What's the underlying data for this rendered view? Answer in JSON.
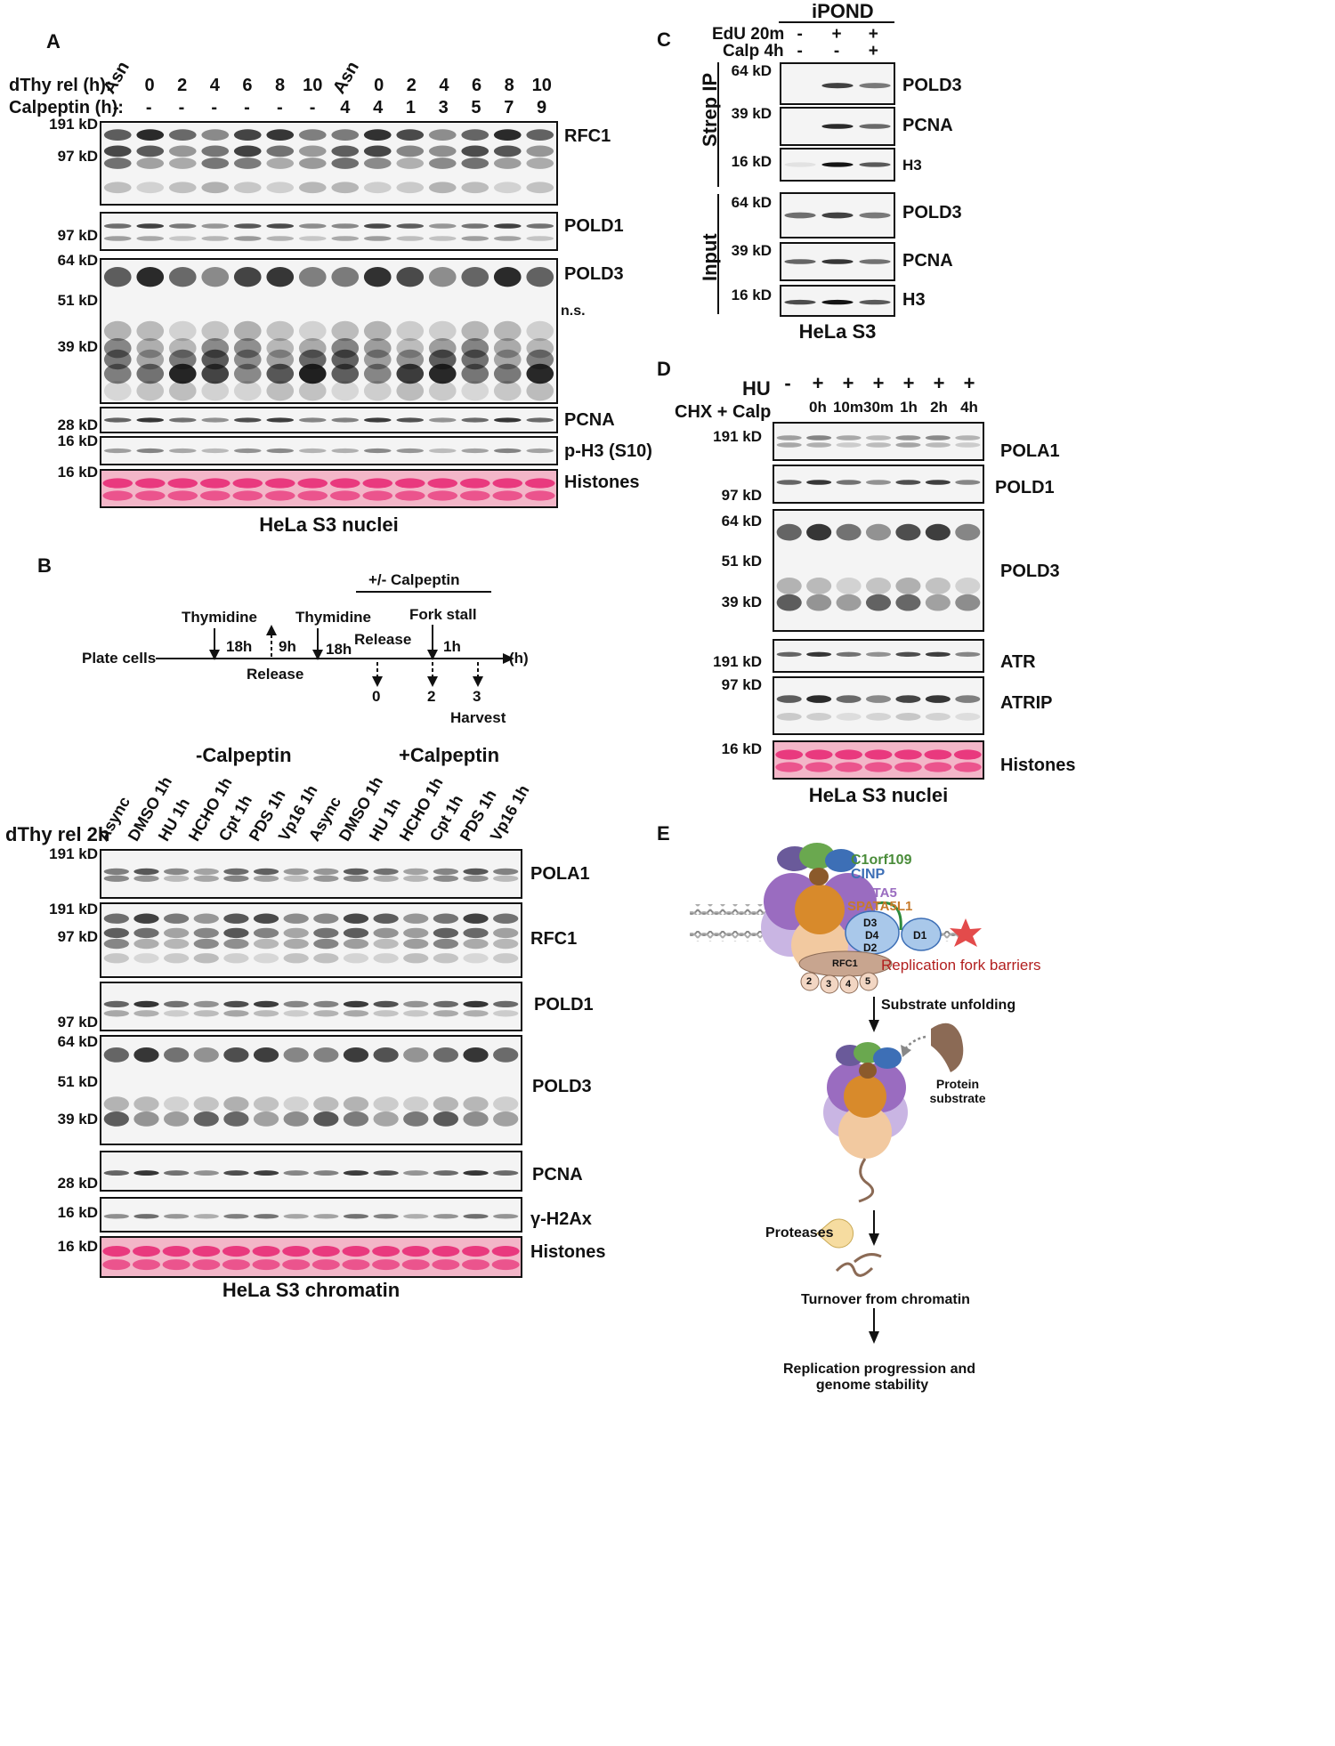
{
  "panelA": {
    "letter": "A",
    "row_dthy_label": "dThy rel (h):",
    "row_calp_label": "Calpeptin (h):",
    "dthy_values": [
      "Asn",
      "0",
      "2",
      "4",
      "6",
      "8",
      "10",
      "Asn",
      "0",
      "2",
      "4",
      "6",
      "8",
      "10"
    ],
    "calp_values": [
      "-",
      "-",
      "-",
      "-",
      "-",
      "-",
      "-",
      "-",
      "4",
      "1",
      "3",
      "5",
      "7",
      "9"
    ],
    "calp_values_shown": [
      "-",
      "-",
      "-",
      "-",
      "-",
      "-",
      "-",
      "4",
      "4",
      "1",
      "3",
      "5",
      "7",
      "9"
    ],
    "markers": [
      "191 kD",
      "97 kD",
      "97 kD",
      "64 kD",
      "51 kD",
      "39 kD",
      "28 kD",
      "16 kD",
      "16 kD"
    ],
    "proteins": [
      "RFC1",
      "POLD1",
      "POLD3",
      "n.s.",
      "PCNA",
      "p-H3 (S10)",
      "Histones"
    ],
    "caption": "HeLa S3 nuclei"
  },
  "panelB": {
    "letter": "B",
    "timeline": {
      "plate_cells": "Plate cells",
      "thymidine1": "Thymidine",
      "h18a": "18h",
      "h9": "9h",
      "release1": "Release",
      "thymidine2": "Thymidine",
      "h18b": "18h",
      "release2": "Release",
      "calpeptin": "+/- Calpeptin",
      "fork_stall": "Fork stall",
      "h1": "1h",
      "unit": "(h)",
      "t0": "0",
      "t2": "2",
      "t3": "3",
      "harvest": "Harvest"
    },
    "group_minus": "-Calpeptin",
    "group_plus": "+Calpeptin",
    "row_label": "dThy rel 2h",
    "lanes": [
      "Async",
      "DMSO 1h",
      "HU 1h",
      "HCHO 1h",
      "Cpt 1h",
      "PDS 1h",
      "Vp16 1h",
      "Async",
      "DMSO 1h",
      "HU 1h",
      "HCHO 1h",
      "Cpt 1h",
      "PDS 1h",
      "Vp16 1h"
    ],
    "markers": [
      "191 kD",
      "191 kD",
      "97 kD",
      "97 kD",
      "64 kD",
      "51 kD",
      "39 kD",
      "28 kD",
      "16 kD",
      "16 kD"
    ],
    "proteins": [
      "POLA1",
      "RFC1",
      "POLD1",
      "POLD3",
      "PCNA",
      "γ-H2Ax",
      "Histones"
    ],
    "caption": "HeLa S3 chromatin"
  },
  "panelC": {
    "letter": "C",
    "title": "iPOND",
    "edu_label": "EdU 20m",
    "calp_label": "Calp 4h",
    "edu_values": [
      "-",
      "+",
      "+"
    ],
    "calp_values": [
      "-",
      "-",
      "+"
    ],
    "strep_label": "Strep IP",
    "input_label": "Input",
    "markers": [
      "64 kD",
      "39 kD",
      "16 kD",
      "64 kD",
      "39 kD",
      "16 kD"
    ],
    "proteins": [
      "POLD3",
      "PCNA",
      "H3",
      "POLD3",
      "PCNA",
      "H3"
    ],
    "caption": "HeLa S3"
  },
  "panelD": {
    "letter": "D",
    "hu_label": "HU",
    "chx_label": "CHX + Calp",
    "hu_values": [
      "-",
      "+",
      "+",
      "+",
      "+",
      "+",
      "+"
    ],
    "time_values": [
      "",
      "0h",
      "10m",
      "30m",
      "1h",
      "2h",
      "4h"
    ],
    "markers": [
      "191 kD",
      "97 kD",
      "64 kD",
      "51 kD",
      "39 kD",
      "191 kD",
      "97 kD",
      "16 kD"
    ],
    "proteins": [
      "POLA1",
      "POLD1",
      "POLD3",
      "ATR",
      "ATRIP",
      "Histones"
    ],
    "caption": "HeLa S3 nuclei"
  },
  "panelE": {
    "letter": "E",
    "c1orf109": "C1orf109",
    "cinp": "CINP",
    "spata5": "SPATA5",
    "spata5l1": "SPATA5L1",
    "d3": "D3",
    "d4": "D4",
    "d2": "D2",
    "d1": "D1",
    "rfc1": "RFC1",
    "rfc_subunits": [
      "2",
      "3",
      "4",
      "5"
    ],
    "barriers": "Replication fork barriers",
    "unfolding": "Substrate unfolding",
    "protein_substrate_1": "Protein",
    "protein_substrate_2": "substrate",
    "proteases": "Proteases",
    "turnover": "Turnover from chromatin",
    "outcome_1": "Replication progression and",
    "outcome_2": "genome stability",
    "colors": {
      "green": "#6aa84f",
      "blue": "#3d6fb6",
      "purple": "#9a6cc0",
      "orange": "#d88a2b",
      "peach": "#f2c9a0",
      "lightblue": "#a9c8ea",
      "red": "#e34b4b",
      "brown": "#8b6a55",
      "barrier_text": "#b21f1f"
    }
  }
}
